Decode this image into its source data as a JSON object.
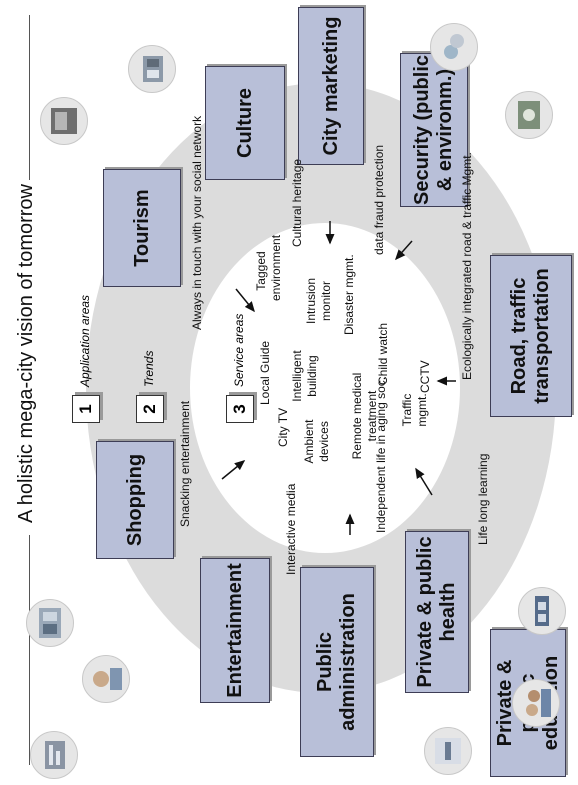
{
  "title": "A holistic mega-city vision of tomorrow",
  "legend": [
    {
      "num": "1",
      "label": "Application areas"
    },
    {
      "num": "2",
      "label": "Trends"
    },
    {
      "num": "3",
      "label": "Service areas"
    }
  ],
  "application_areas": {
    "shopping": "Shopping",
    "tourism": "Tourism",
    "culture": "Culture",
    "city_marketing": "City marketing",
    "security": "Security (public & environm.)",
    "road": "Road, traffic transportation",
    "education": "Private & public education",
    "health": "Private & public health",
    "public_admin": "Public administration",
    "entertainment": "Entertainment"
  },
  "trends": {
    "snacking": "Snacking entertainment",
    "social": "Always in touch with your social network",
    "heritage": "Cultural heritage",
    "fraud": "data fraud protection",
    "ecological": "Ecologically integrated road & traffic Mgmt.",
    "lifelong": "Life long learning",
    "aging": "Independent life in aging soc.",
    "media": "Interactive media"
  },
  "service_areas": {
    "city_tv": "City TV",
    "local_guide": "Local Guide",
    "tagged": "Tagged environment",
    "ambient": "Ambient devices",
    "building": "Intelligent building",
    "intrusion": "Intrusion monitor",
    "disaster": "Disaster mgmt.",
    "remote": "Remote medical treatment",
    "traffic": "Traffic mgmt.",
    "child": "Child watch",
    "cctv": "CCTV"
  },
  "photos": [
    "shopping-photo",
    "tourism-photo",
    "culture-photo",
    "city-marketing-photo",
    "security-photo",
    "traffic-photo",
    "education-photo",
    "health-photo",
    "admin-photo",
    "entertainment-photo"
  ]
}
